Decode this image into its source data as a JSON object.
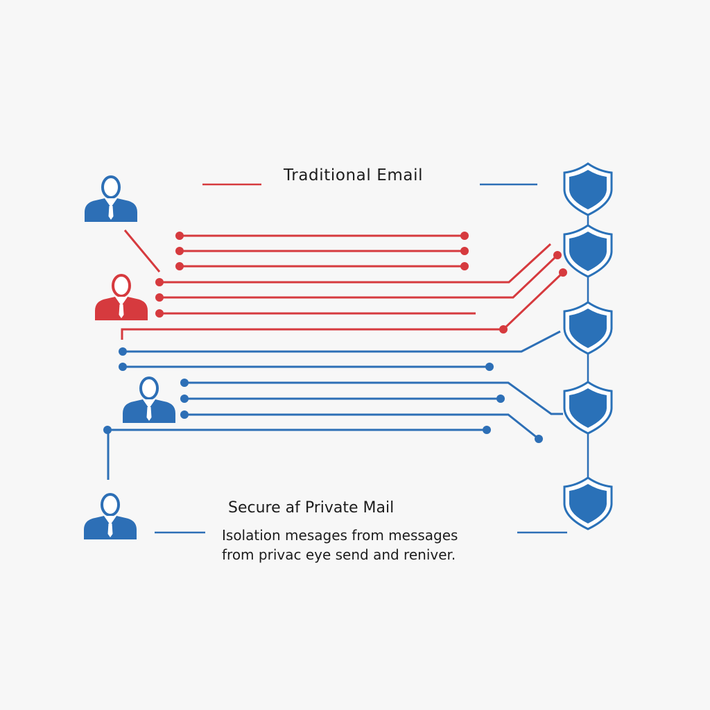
{
  "colors": {
    "background": "#f7f7f7",
    "traditional": "#d63a3e",
    "secure": "#2d6fb6",
    "shield_fill": "#2a71b8",
    "text": "#1d1d1d"
  },
  "titles": {
    "traditional": "Traditional Email",
    "secure": "Secure af Private Mail"
  },
  "caption": {
    "line1": "Isolation mesages from messages",
    "line2": "from privac eye send and reniver."
  },
  "users": [
    {
      "id": "user-top",
      "color": "secure"
    },
    {
      "id": "user-traditional",
      "color": "traditional"
    },
    {
      "id": "user-middle",
      "color": "secure"
    },
    {
      "id": "user-bottom",
      "color": "secure"
    }
  ],
  "shield_count": 5,
  "icons": {
    "user": "person-icon",
    "shield": "shield-icon"
  }
}
